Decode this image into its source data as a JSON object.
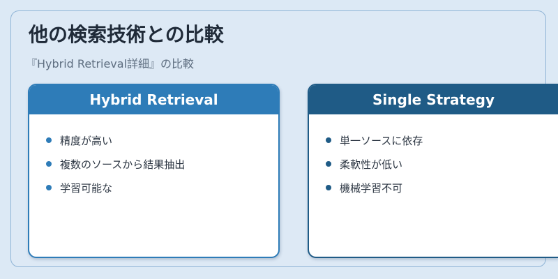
{
  "page": {
    "title": "他の検索技術との比較",
    "subtitle": "『Hybrid Retrieval詳細』の比較"
  },
  "cards": [
    {
      "title": "Hybrid Retrieval",
      "items": [
        "精度が高い",
        "複数のソースから結果抽出",
        "学習可能な"
      ]
    },
    {
      "title": "Single Strategy",
      "items": [
        "単一ソースに依存",
        "柔軟性が低い",
        "機械学習不可"
      ]
    }
  ],
  "colors": {
    "background": "#dce9f5",
    "hybrid_accent": "#2e7cb8",
    "single_accent": "#1f5b86",
    "title_text": "#1f2a38"
  }
}
